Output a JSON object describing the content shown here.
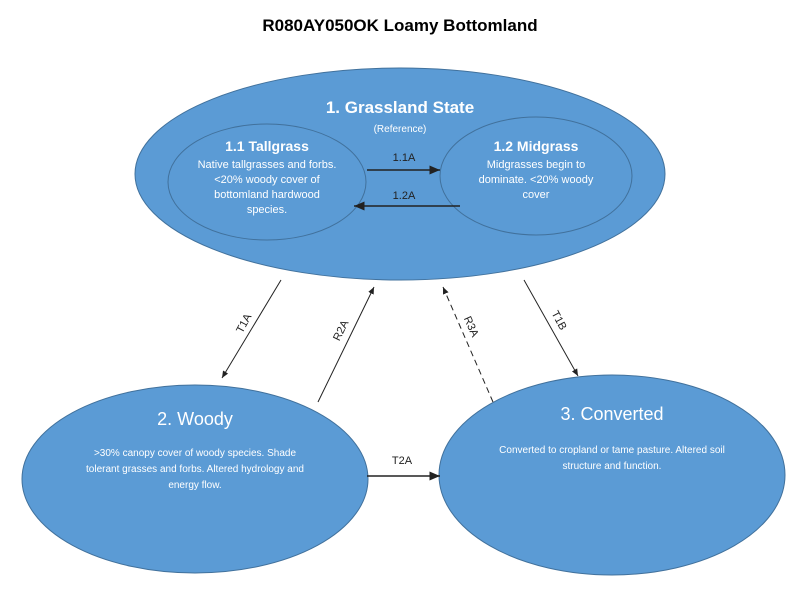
{
  "title": "R080AY050OK Loamy Bottomland",
  "colors": {
    "fill": "#5b9bd5",
    "stroke": "#41719c",
    "arrow": "#222222"
  },
  "states": {
    "grassland": {
      "title": "1.   Grassland State",
      "subtitle": "(Reference)"
    },
    "tallgrass": {
      "title": "1.1 Tallgrass",
      "desc": "Native tallgrasses and forbs. <20% woody cover of bottomland hardwood  species."
    },
    "midgrass": {
      "title": "1.2 Midgrass",
      "desc": "Midgrasses begin to dominate. <20% woody  cover"
    },
    "woody": {
      "title": "2. Woody",
      "desc": ">30% canopy cover of woody  species. Shade tolerant grasses and forbs. Altered hydrology and energy flow."
    },
    "converted": {
      "title": "3. Converted",
      "desc": "Converted to cropland or tame  pasture. Altered soil structure and function."
    }
  },
  "transitions": {
    "t11a": "1.1A",
    "t12a": "1.2A",
    "t1a": "T1A",
    "r2a": "R2A",
    "r3a": "R3A",
    "t1b": "T1B",
    "t2a": "T2A"
  }
}
